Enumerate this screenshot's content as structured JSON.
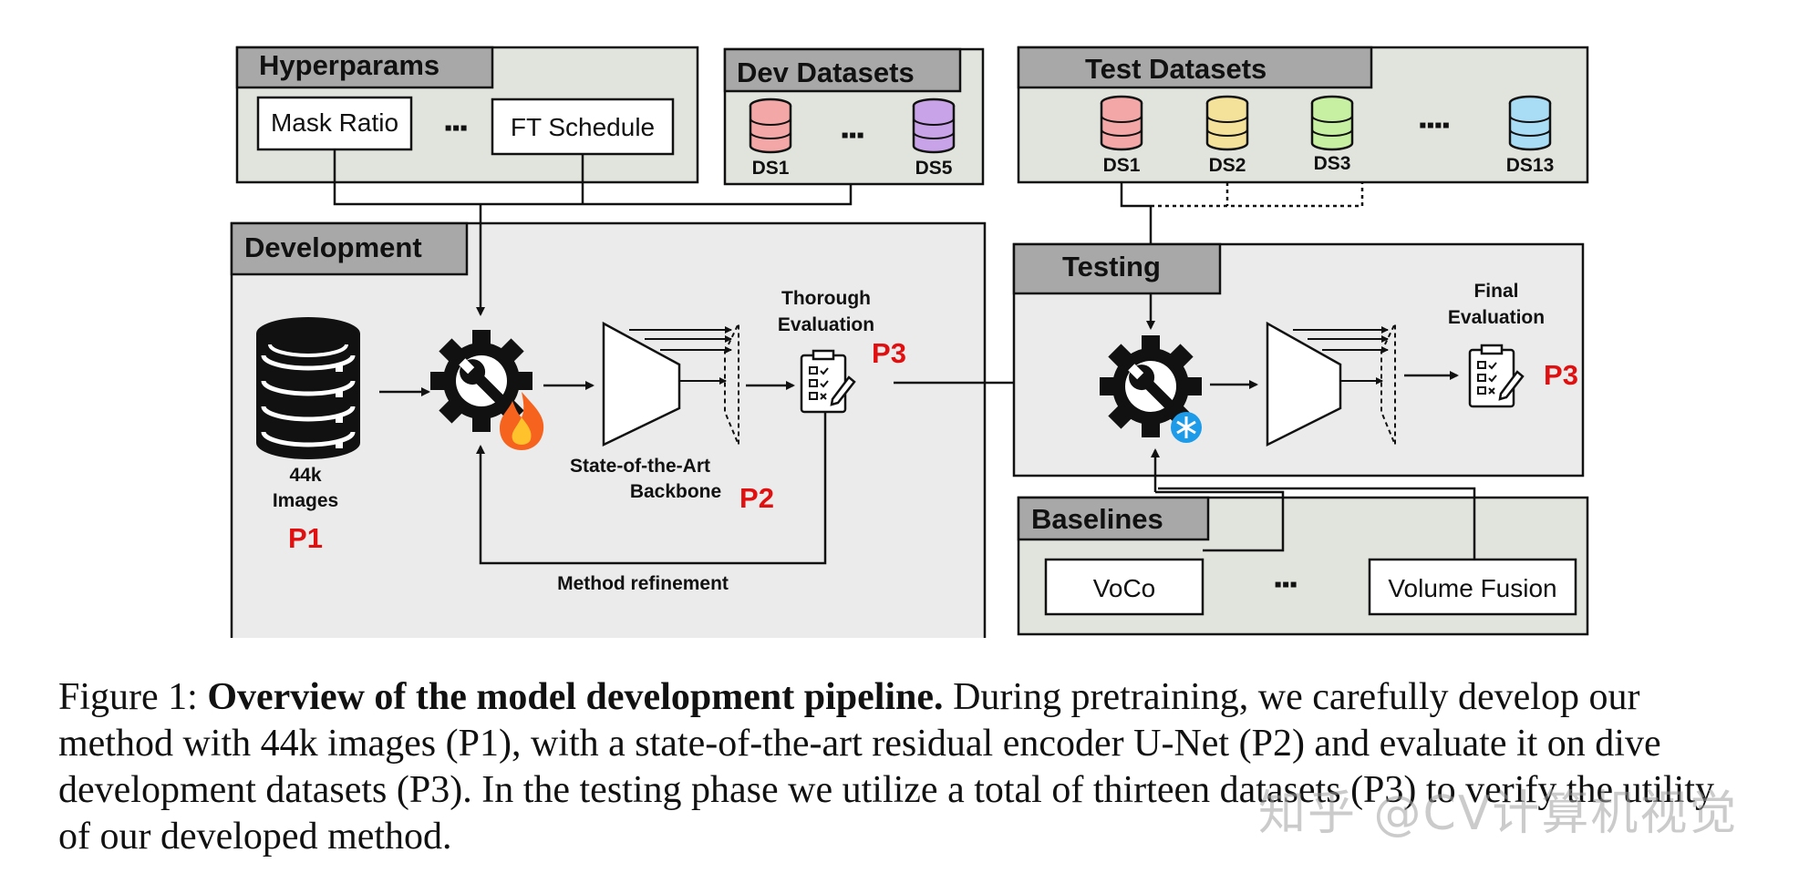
{
  "panels": {
    "hyperparams": {
      "title": "Hyperparams",
      "items": [
        "Mask Ratio",
        "FT Schedule"
      ],
      "ellipsis": "▪▪▪"
    },
    "dev_datasets": {
      "title": "Dev Datasets",
      "labels": [
        "DS1",
        "DS5"
      ],
      "ellipsis": "▪▪▪"
    },
    "test_datasets": {
      "title": "Test Datasets",
      "labels": [
        "DS1",
        "DS2",
        "DS3",
        "DS13"
      ],
      "ellipsis": "▪▪▪▪"
    },
    "development": {
      "title": "Development",
      "images_label_line1": "44k",
      "images_label_line2": "Images",
      "p1": "P1",
      "backbone_line1": "State-of-the-Art",
      "backbone_line2": "Backbone",
      "p2": "P2",
      "eval_line1": "Thorough",
      "eval_line2": "Evaluation",
      "p3": "P3",
      "refinement": "Method refinement"
    },
    "testing": {
      "title": "Testing",
      "eval_line1": "Final",
      "eval_line2": "Evaluation",
      "p3": "P3"
    },
    "baselines": {
      "title": "Baselines",
      "items": [
        "VoCo",
        "Volume Fusion"
      ],
      "ellipsis": "▪▪▪"
    }
  },
  "colors": {
    "panel_fill": "#e0e4dc",
    "dev_fill": "#ebebeb",
    "test_fill": "#ebebeb",
    "title_tab": "#a8a8a8",
    "accent_red": "#e01010",
    "db_colors": [
      "#f4a7a7",
      "#c9a3e8",
      "#f4a7a7",
      "#f4e29a",
      "#c7f0a3",
      "#a9dcf5"
    ]
  },
  "icons": [
    "database-icon",
    "gear-wrench-icon",
    "fire-icon",
    "snowflake-icon",
    "clipboard-checklist-icon",
    "encoder-trapezoid-icon"
  ],
  "caption": {
    "prefix": "Figure 1: ",
    "bold": "Overview of the model development pipeline.",
    "rest": " During pretraining, we carefully develop our method with 44k images (P1), with a state-of-the-art residual encoder U-Net (P2) and evaluate it on dive development datasets (P3). In the testing phase we utilize a total of thirteen datasets (P3) to verify the utility of our developed method."
  },
  "watermark": "知乎 @CV计算机视觉"
}
